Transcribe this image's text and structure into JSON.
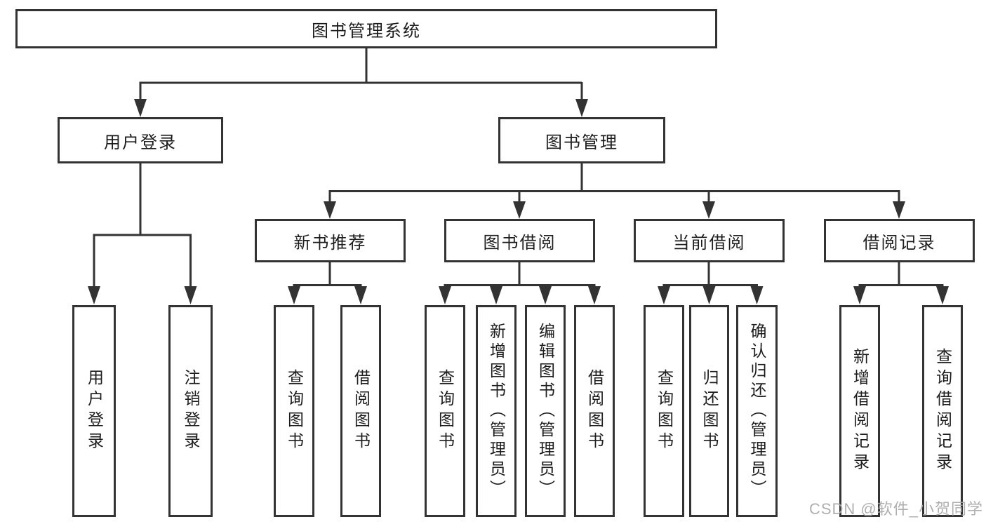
{
  "root": {
    "label": "图书管理系统"
  },
  "level2": {
    "user_login": "用户登录",
    "book_management": "图书管理"
  },
  "level3": {
    "new_book_recommend": "新书推荐",
    "book_borrow": "图书借阅",
    "current_borrow": "当前借阅",
    "borrow_records": "借阅记录"
  },
  "leaves": {
    "user_login": "用户登录",
    "logout": "注销登录",
    "nb_query_book": "查询图书",
    "nb_borrow_book": "借阅图书",
    "bb_query_book": "查询图书",
    "bb_add_book": "新增图书（管理员）",
    "bb_edit_book": "编辑图书（管理员）",
    "bb_borrow_book": "借阅图书",
    "cb_query_book": "查询图书",
    "cb_return_book": "归还图书",
    "cb_confirm_return": "确认归还（管理员）",
    "br_add_record": "新增借阅记录",
    "br_query_record": "查询借阅记录"
  },
  "watermark": "CSDN @软件_小贺同学",
  "colors": {
    "line": "#333333",
    "box_border": "#333333",
    "text": "#1c1c1c",
    "background": "#ffffff",
    "watermark": "#a8a8a8"
  }
}
